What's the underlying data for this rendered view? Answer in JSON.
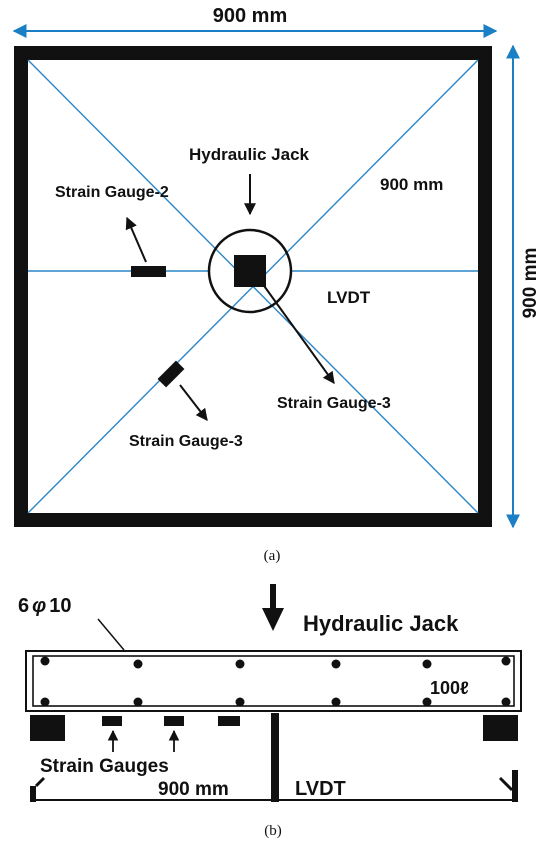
{
  "panel_a": {
    "top_dimension": "900 mm",
    "right_dimension": "900 mm",
    "diagonal_dimension": "900 mm",
    "hydraulic_jack": "Hydraulic Jack",
    "strain_gauge_2": "Strain Gauge-2",
    "lvdt": "LVDT",
    "strain_gauge_3_right": "Strain Gauge-3",
    "strain_gauge_3_left": "Strain Gauge-3",
    "caption": "(a)"
  },
  "panel_b": {
    "rebar_phi": "φ",
    "rebar_prefix": "6",
    "rebar_suffix": "10",
    "hydraulic_jack": "Hydraulic Jack",
    "thickness": "100ℓ",
    "strain_gauges": "Strain Gauges",
    "span": "900 mm",
    "lvdt": "LVDT",
    "caption": "(b)"
  },
  "colors": {
    "dimension_blue": "#1a7fc4",
    "diagonal_blue": "#2b86c8",
    "black": "#111111"
  }
}
